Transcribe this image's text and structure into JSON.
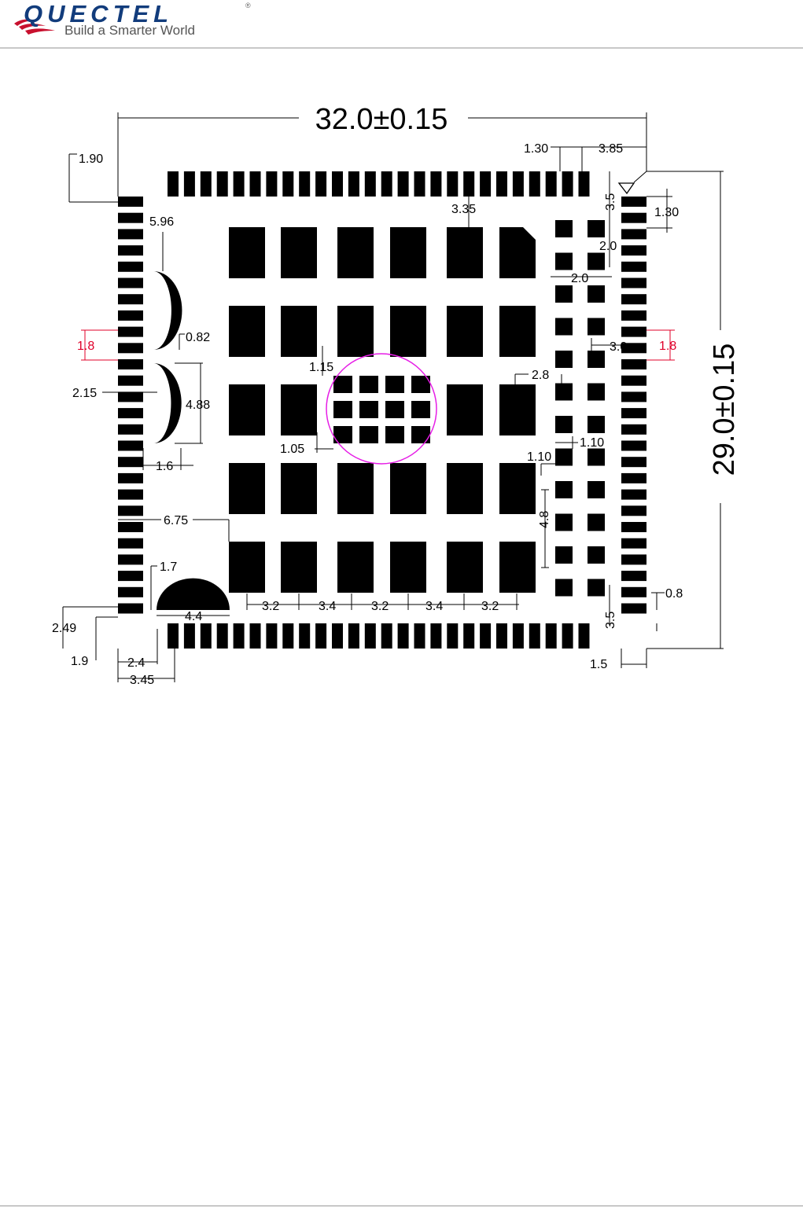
{
  "header": {
    "brand": "QUECTEL",
    "registered": "®",
    "tagline": "Build a Smarter World"
  },
  "colors": {
    "logo_red": "#c8102e",
    "logo_navy": "#123c7c",
    "pad_fill": "#000000",
    "callout_red": "#e0002a",
    "highlight_circle": "#e61ee6",
    "header_rule": "#c8c8c8"
  },
  "icons": {
    "pin1_marker": "triangle-marker-icon"
  },
  "dimensions": {
    "overall_width": "32.0±0.15",
    "overall_height": "29.0±0.15",
    "d_1_90": "1.90",
    "d_1_30_top": "1.30",
    "d_3_85": "3.85",
    "d_3_5_top": "3.5",
    "d_1_30_right": "1.30",
    "d_5_96": "5.96",
    "d_3_35": "3.35",
    "d_2_0_vert": "2.0",
    "d_2_0_horiz": "2.0",
    "d_0_82": "0.82",
    "d_1_8_left": "1.8",
    "d_1_8_right": "1.8",
    "d_3_0": "3.0",
    "d_1_15": "1.15",
    "d_2_15": "2.15",
    "d_4_88": "4.88",
    "d_2_8": "2.8",
    "d_1_05": "1.05",
    "d_1_10_a": "1.10",
    "d_1_10_b": "1.10",
    "d_1_6": "1.6",
    "d_6_75": "6.75",
    "d_4_8": "4.8",
    "d_1_7": "1.7",
    "d_0_8": "0.8",
    "d_3_2_a": "3.2",
    "d_3_4_a": "3.4",
    "d_3_2_b": "3.2",
    "d_3_4_b": "3.4",
    "d_3_2_c": "3.2",
    "d_4_4": "4.4",
    "d_2_49": "2.49",
    "d_3_5_bottom": "3.5",
    "d_1_9": "1.9",
    "d_2_4": "2.4",
    "d_1_5": "1.5",
    "d_3_45": "3.45"
  }
}
